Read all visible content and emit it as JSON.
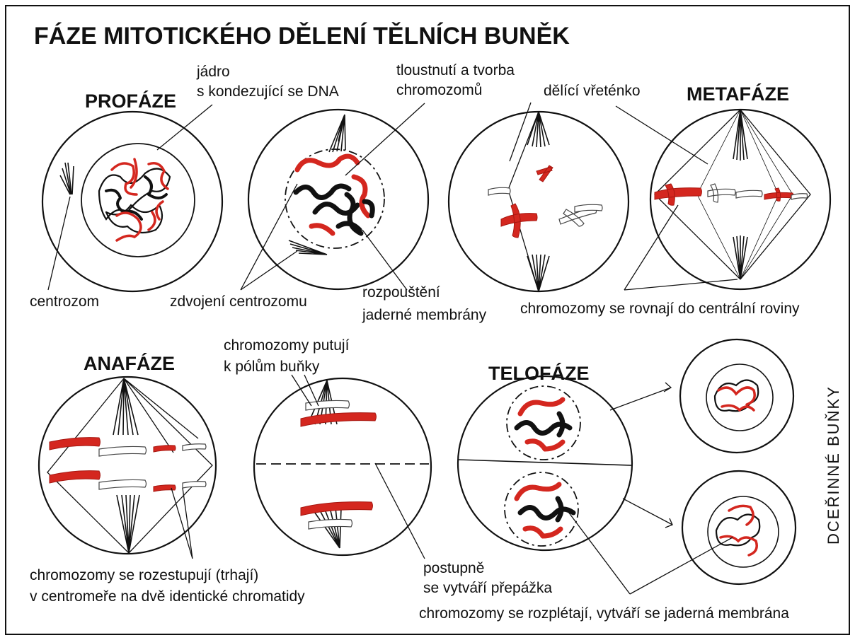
{
  "title": "FÁZE MITOTICKÉHO DĚLENÍ TĚLNÍCH BUNĚK",
  "phases": {
    "profaze": "PROFÁZE",
    "metafaze": "METAFÁZE",
    "anafaze": "ANAFÁZE",
    "telofaze": "TELOFÁZE"
  },
  "labels": {
    "jadro_1": "jádro",
    "jadro_2": "s kondezující se DNA",
    "tloustnuti_1": "tloustnutí a tvorba",
    "tloustnuti_2": "chromozomů",
    "delici_vretenko": "dělící vřeténko",
    "centrozom": "centrozom",
    "zdvojeni": "zdvojení centrozomu",
    "rozpousteni_1": "rozpouštění",
    "rozpousteni_2": "jaderné membrány",
    "rovnaji": "chromozomy se rovnají do centrální roviny",
    "putuji_1": "chromozomy putují",
    "putuji_2": "k pólům buňky",
    "rozestupuji_1": "chromozomy se rozestupují (trhají)",
    "rozestupuji_2": "v centromeře na dvě identické chromatidy",
    "prepazka_1": "postupně",
    "prepazka_2": "se vytváří přepážka",
    "rozpletaji": "chromozomy se rozplétají, vytváří se jaderná membrána",
    "dcerinne": "DCEŘINNÉ BUŇKY"
  },
  "colors": {
    "chromosome_red": "#d4271f",
    "outline": "#111111"
  }
}
